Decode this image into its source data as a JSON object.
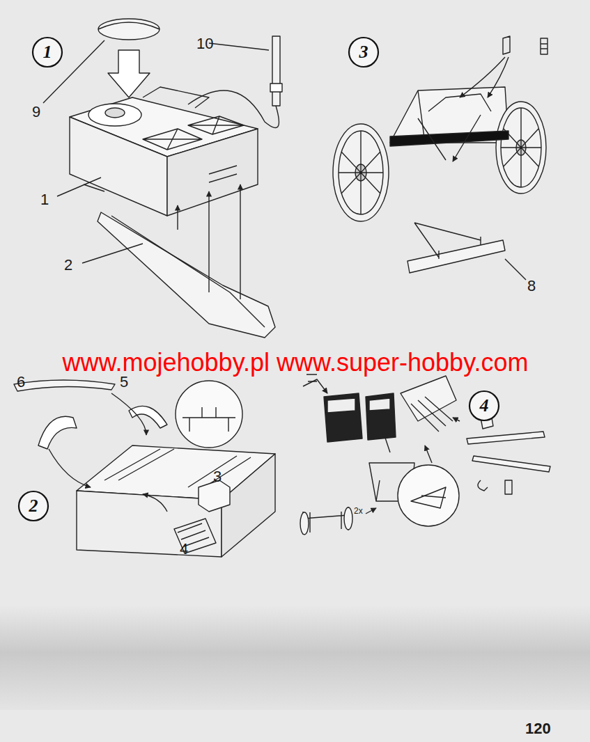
{
  "diagram": {
    "nodes": [
      {
        "text": [
          "1"
        ]
      },
      {
        "text": [
          "3"
        ]
      },
      {
        "text": [
          "2"
        ]
      },
      {
        "text": [
          "4"
        ]
      }
    ],
    "labels": [
      "10",
      "9",
      "1",
      "2",
      "8",
      "www.mojehobby.pl www.super-hobby.com",
      "6",
      "5",
      "3",
      "2x",
      "4",
      "120"
    ]
  }
}
